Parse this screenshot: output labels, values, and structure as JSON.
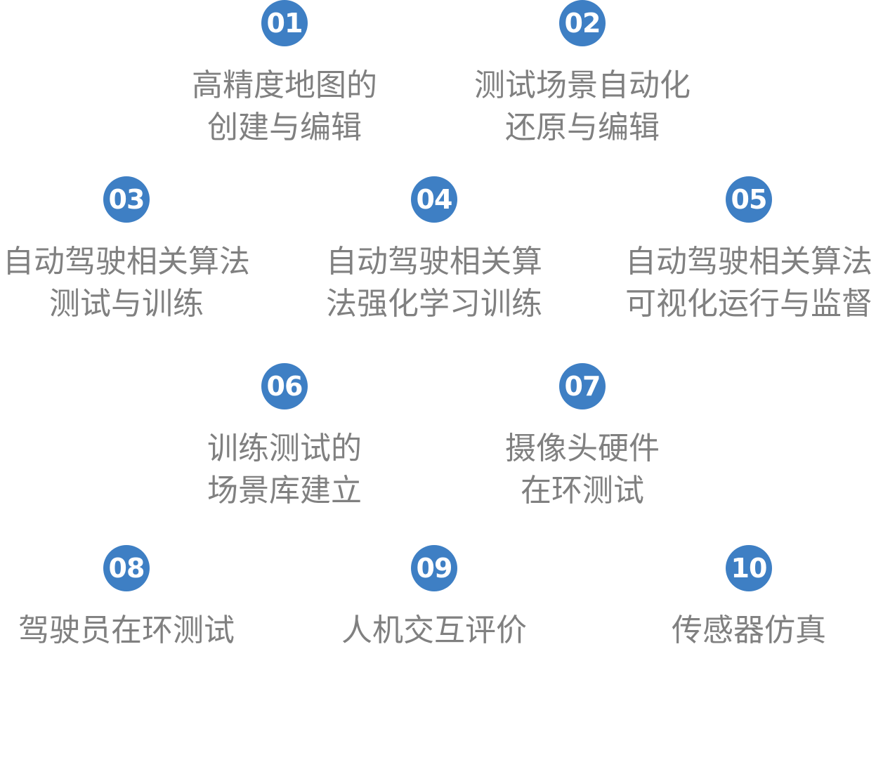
{
  "accent_color": "#3e7fc4",
  "text_color": "#808080",
  "items": [
    {
      "number": "01",
      "lines": [
        "高精度地图的",
        "创建与编辑"
      ]
    },
    {
      "number": "02",
      "lines": [
        "测试场景自动化",
        "还原与编辑"
      ]
    },
    {
      "number": "03",
      "lines": [
        "自动驾驶相关算法",
        "测试与训练"
      ]
    },
    {
      "number": "04",
      "lines": [
        "自动驾驶相关算",
        "法强化学习训练"
      ]
    },
    {
      "number": "05",
      "lines": [
        "自动驾驶相关算法",
        "可视化运行与监督"
      ]
    },
    {
      "number": "06",
      "lines": [
        "训练测试的",
        "场景库建立"
      ]
    },
    {
      "number": "07",
      "lines": [
        "摄像头硬件",
        "在环测试"
      ]
    },
    {
      "number": "08",
      "lines": [
        "驾驶员在环测试"
      ]
    },
    {
      "number": "09",
      "lines": [
        "人机交互评价"
      ]
    },
    {
      "number": "10",
      "lines": [
        "传感器仿真"
      ]
    }
  ]
}
